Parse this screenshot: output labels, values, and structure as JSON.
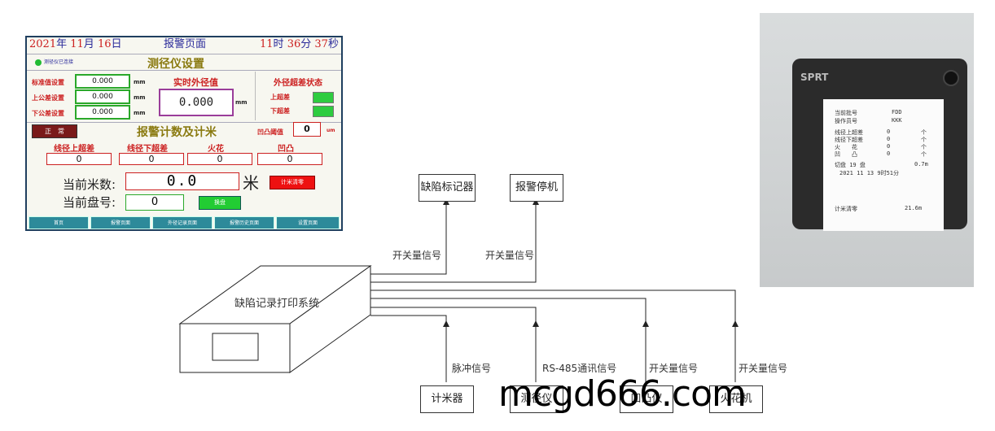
{
  "hmi": {
    "header": {
      "year": "2021",
      "year_unit": "年",
      "month": "11",
      "month_unit": "月",
      "day": "16",
      "day_unit": "日",
      "page_title": "报警页面",
      "hour": "11",
      "hour_unit": "时",
      "minute": "36",
      "minute_unit": "分",
      "second": "37",
      "second_unit": "秒"
    },
    "connection_status": "测径仪已连接",
    "section_title": "测径仪设置",
    "settings": [
      {
        "label": "标准值设置",
        "value": "0.000",
        "unit": "mm"
      },
      {
        "label": "上公差设置",
        "value": "0.000",
        "unit": "mm"
      },
      {
        "label": "下公差设置",
        "value": "0.000",
        "unit": "mm"
      }
    ],
    "realtime": {
      "label": "实时外径值",
      "value": "0.000",
      "unit": "mm"
    },
    "over_status": {
      "title": "外径超差状态",
      "upper": "上超差",
      "lower": "下超差"
    },
    "status_button": "正　常",
    "alarm_title": "报警计数及计米",
    "bump_threshold": {
      "label": "凹凸阈值",
      "value": "0",
      "unit": "um"
    },
    "counters": [
      {
        "label": "线径上超差",
        "value": "0"
      },
      {
        "label": "线径下超差",
        "value": "0"
      },
      {
        "label": "火花",
        "value": "0"
      },
      {
        "label": "凹凸",
        "value": "0"
      }
    ],
    "meter": {
      "label": "当前米数:",
      "value": "0.0",
      "unit": "米",
      "clear_button": "计米清零"
    },
    "reel": {
      "label": "当前盘号:",
      "value": "0",
      "change_button": "换盘"
    },
    "nav": [
      "首页",
      "报警页面",
      "外径记录页面",
      "报警历史页面",
      "设置页面"
    ]
  },
  "photo": {
    "brand": "SPRT",
    "receipt": {
      "batch_label": "当前批号",
      "batch_value": "FDD",
      "operator_label": "操作员号",
      "operator_value": "KKK",
      "rows": [
        {
          "label": "线径上超差",
          "value": "0",
          "unit": "个"
        },
        {
          "label": "线径下超差",
          "value": "0",
          "unit": "个"
        },
        {
          "label": "火　　花",
          "value": "0",
          "unit": "个"
        },
        {
          "label": "凹　　凸",
          "value": "0",
          "unit": "个"
        }
      ],
      "reel_line": "切盘 19 盘",
      "meter_value": "0.7m",
      "datetime": "2021 11 13 9时51分",
      "footer_left": "计米清零",
      "footer_right": "21.6m"
    }
  },
  "diagram": {
    "main_box": "缺陷记录打印系统",
    "top_boxes": [
      "缺陷标记器",
      "报警停机"
    ],
    "top_signals": [
      "开关量信号",
      "开关量信号"
    ],
    "bottom_boxes": [
      "计米器",
      "测径仪",
      "凹凸仪",
      "火花机"
    ],
    "bottom_signals": [
      "脉冲信号",
      "RS-485通讯信号",
      "开关量信号",
      "开关量信号"
    ]
  },
  "watermark": "mcgd666.com",
  "colors": {
    "hmi_frame": "#1f3f5f",
    "hmi_red": "#cc2020",
    "hmi_green": "#2aa82a",
    "nav_teal": "#2d8a9a"
  }
}
